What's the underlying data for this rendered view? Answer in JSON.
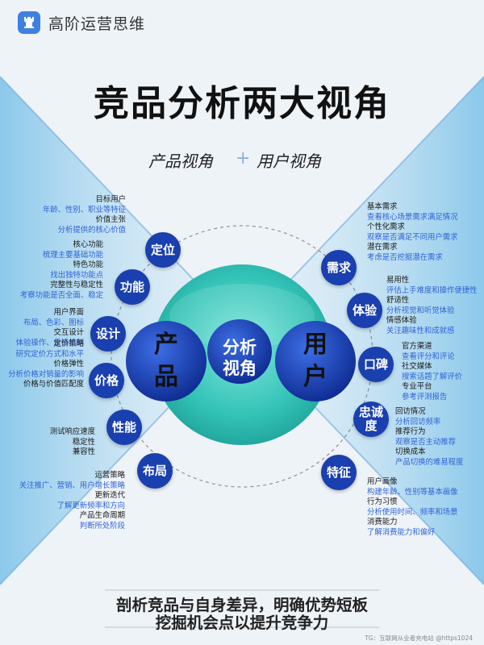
{
  "brand": {
    "name": "高阶运营思维",
    "logo_icon": "rook-icon"
  },
  "title": "竞品分析两大视角",
  "subtitle": {
    "left": "产品视角",
    "plus": "+",
    "right": "用户视角"
  },
  "center": {
    "product": [
      "产",
      "品"
    ],
    "analysis": [
      "分析",
      "视角"
    ],
    "user": [
      "用",
      "户"
    ]
  },
  "product": [
    {
      "cat": "定位",
      "lines": [
        {
          "t": "目标用户",
          "k": "h"
        },
        {
          "t": "年龄、性别、职业等特征",
          "k": "d"
        },
        {
          "t": "价值主张",
          "k": "h"
        },
        {
          "t": "分析提供的核心价值",
          "k": "d"
        }
      ]
    },
    {
      "cat": "功能",
      "lines": [
        {
          "t": "核心功能",
          "k": "h"
        },
        {
          "t": "梳理主要基础功能",
          "k": "d"
        },
        {
          "t": "特色功能",
          "k": "h"
        },
        {
          "t": "找出独特功能点",
          "k": "d"
        },
        {
          "t": "完整性与稳定性",
          "k": "h"
        },
        {
          "t": "考察功能是否全面、稳定",
          "k": "d"
        }
      ]
    },
    {
      "cat": "设计",
      "lines": [
        {
          "t": "用户界面",
          "k": "h"
        },
        {
          "t": "布局、色彩、图标",
          "k": "d"
        },
        {
          "t": "交互设计",
          "k": "h"
        },
        {
          "t": "体验操作、反馈机制",
          "k": "d"
        }
      ]
    },
    {
      "cat": "价格",
      "lines": [
        {
          "t": "定价策略",
          "k": "h"
        },
        {
          "t": "研究定价方式和水平",
          "k": "d"
        },
        {
          "t": "价格弹性",
          "k": "h"
        },
        {
          "t": "分析价格对销量的影响",
          "k": "d"
        },
        {
          "t": "价格与价值匹配度",
          "k": "h"
        }
      ]
    },
    {
      "cat": "性能",
      "lines": [
        {
          "t": "测试响应速度",
          "k": "h"
        },
        {
          "t": "稳定性",
          "k": "h"
        },
        {
          "t": "兼容性",
          "k": "h"
        }
      ]
    },
    {
      "cat": "布局",
      "lines": [
        {
          "t": "运营策略",
          "k": "h"
        },
        {
          "t": "关注推广、营销、用户增长策略",
          "k": "d"
        },
        {
          "t": "更新迭代",
          "k": "h"
        },
        {
          "t": "了解更新频率和方向",
          "k": "d"
        },
        {
          "t": "产品生命周期",
          "k": "h"
        },
        {
          "t": "判断所处阶段",
          "k": "d"
        }
      ]
    }
  ],
  "user": [
    {
      "cat": "需求",
      "lines": [
        {
          "t": "基本需求",
          "k": "h"
        },
        {
          "t": "查看核心场景需求满足情况",
          "k": "d"
        },
        {
          "t": "个性化需求",
          "k": "h"
        },
        {
          "t": "观察是否满足不同用户需求",
          "k": "d"
        },
        {
          "t": "潜在需求",
          "k": "h"
        },
        {
          "t": "考虑是否挖掘潜在需求",
          "k": "d"
        }
      ]
    },
    {
      "cat": "体验",
      "lines": [
        {
          "t": "易用性",
          "k": "h"
        },
        {
          "t": "评估上手难度和操作便捷性",
          "k": "d"
        },
        {
          "t": "舒适性",
          "k": "h"
        },
        {
          "t": "分析视觉和听觉体验",
          "k": "d"
        },
        {
          "t": "情感体验",
          "k": "h"
        },
        {
          "t": "关注趣味性和成就感",
          "k": "d"
        }
      ]
    },
    {
      "cat": "口碑",
      "lines": [
        {
          "t": "官方渠道",
          "k": "h"
        },
        {
          "t": "查看评分和评论",
          "k": "d"
        },
        {
          "t": "社交媒体",
          "k": "h"
        },
        {
          "t": "搜索话题了解评价",
          "k": "d"
        },
        {
          "t": "专业平台",
          "k": "h"
        },
        {
          "t": "参考评测报告",
          "k": "d"
        }
      ]
    },
    {
      "cat": "忠诚度",
      "lines": [
        {
          "t": "回访情况",
          "k": "h"
        },
        {
          "t": "分析回访频率",
          "k": "d"
        },
        {
          "t": "推荐行为",
          "k": "h"
        },
        {
          "t": "观察是否主动推荐",
          "k": "d"
        },
        {
          "t": "切换成本",
          "k": "h"
        },
        {
          "t": "产品切换的难易程度",
          "k": "d"
        }
      ]
    },
    {
      "cat": "特征",
      "lines": [
        {
          "t": "用户画像",
          "k": "h"
        },
        {
          "t": "构建年龄、性别等基本画像",
          "k": "d"
        },
        {
          "t": "行为习惯",
          "k": "h"
        },
        {
          "t": "分析使用时间、频率和场景",
          "k": "d"
        },
        {
          "t": "消费能力",
          "k": "h"
        },
        {
          "t": "了解消费能力和偏好",
          "k": "d"
        }
      ]
    }
  ],
  "footer": [
    "剖析竞品与自身差异，明确优势短板",
    "挖掘机会点以提升竞争力"
  ],
  "credit": "TG：互联网从业者充电站 @https1024",
  "colors": {
    "accent": "#1a3fae",
    "detail": "#2f63d6",
    "teal": "#35c7bb"
  }
}
